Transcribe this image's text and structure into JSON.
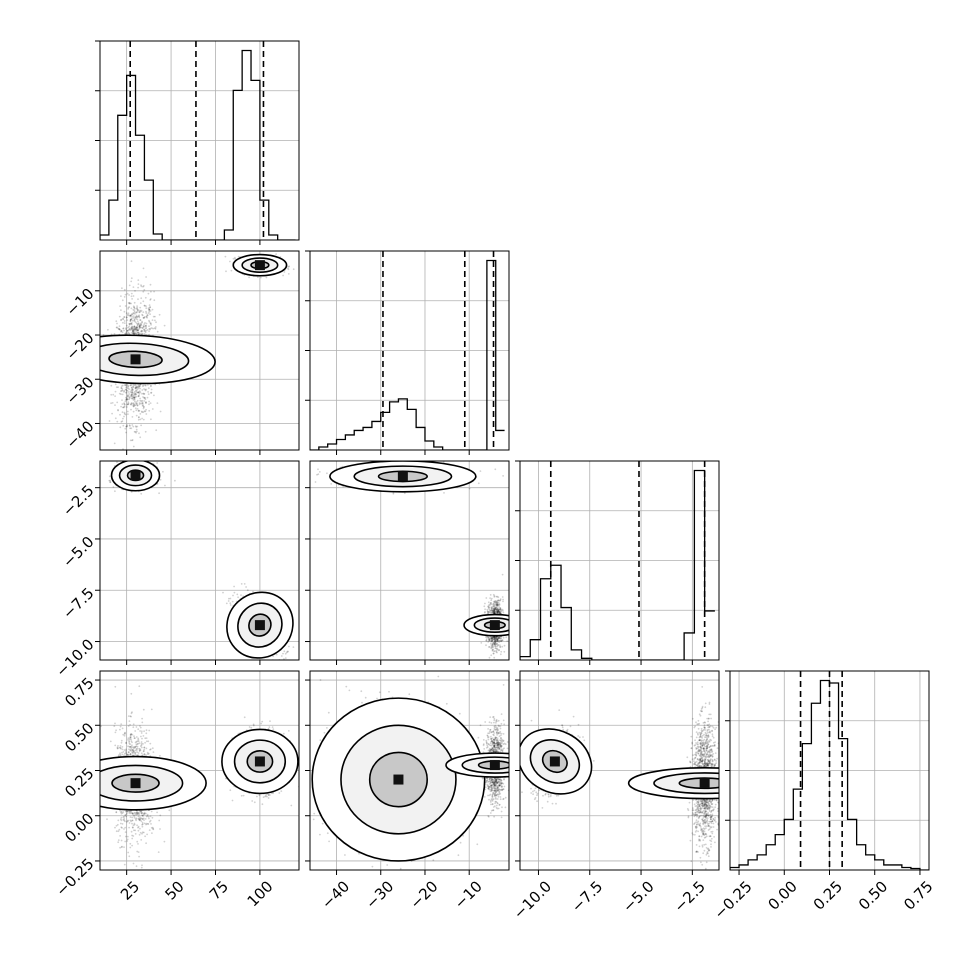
{
  "chart_data": {
    "type": "corner",
    "variables": [
      {
        "range": [
          10,
          122
        ],
        "ticks": [
          25,
          50,
          75,
          100
        ],
        "tick_labels": [
          "25",
          "50",
          "75",
          "100"
        ],
        "quantile_lines": [
          27,
          64,
          102
        ],
        "hist": {
          "edges": [
            10,
            15,
            20,
            25,
            30,
            35,
            40,
            45,
            50,
            55,
            60,
            65,
            70,
            75,
            80,
            85,
            90,
            95,
            100,
            105,
            110,
            115,
            120
          ],
          "counts": [
            0.5,
            4,
            12.5,
            16.5,
            10.5,
            6,
            0.6,
            0,
            0,
            0,
            0,
            0,
            0,
            0,
            1,
            15,
            19,
            16,
            4,
            0.5,
            0,
            0
          ]
        }
      },
      {
        "range": [
          -46,
          -1
        ],
        "ticks": [
          -40,
          -30,
          -20,
          -10
        ],
        "tick_labels": [
          "−40",
          "−30",
          "−20",
          "−10"
        ],
        "quantile_lines": [
          -29.5,
          -11,
          -4.5
        ],
        "hist": {
          "edges": [
            -46,
            -44,
            -42,
            -40,
            -38,
            -36,
            -34,
            -32,
            -30,
            -28,
            -26,
            -24,
            -22,
            -20,
            -18,
            -16,
            -14,
            -12,
            -10,
            -8,
            -6,
            -4,
            -2
          ],
          "counts": [
            0,
            0.2,
            0.4,
            0.7,
            1,
            1.3,
            1.5,
            1.9,
            2.5,
            3.2,
            3.4,
            2.7,
            1.5,
            0.6,
            0.2,
            0,
            0,
            0,
            0,
            0,
            12.6,
            1.3
          ]
        }
      },
      {
        "range": [
          -10.9,
          -1.2
        ],
        "ticks": [
          -10,
          -7.5,
          -5,
          -2.5
        ],
        "tick_labels": [
          "−10.0",
          "−7.5",
          "−5.0",
          "−2.5"
        ],
        "quantile_lines": [
          -9.4,
          -5.1,
          -1.9
        ],
        "hist": {
          "edges": [
            -10.9,
            -10.4,
            -9.9,
            -9.4,
            -8.9,
            -8.4,
            -7.9,
            -7.4,
            -6.9,
            -6.4,
            -5.9,
            -5.4,
            -4.9,
            -4.4,
            -3.9,
            -3.4,
            -2.9,
            -2.4,
            -1.9,
            -1.4
          ],
          "counts": [
            0.2,
            1.2,
            4.8,
            5.6,
            3.1,
            0.6,
            0.1,
            0,
            0,
            0,
            0,
            0,
            0,
            0,
            0,
            0,
            1.6,
            11.2,
            2.9
          ]
        }
      },
      {
        "range": [
          -0.3,
          0.8
        ],
        "ticks": [
          -0.25,
          0,
          0.25,
          0.5,
          0.75
        ],
        "tick_labels": [
          "−0.25",
          "0.00",
          "0.25",
          "0.50",
          "0.75"
        ],
        "quantile_lines": [
          0.09,
          0.25,
          0.32
        ],
        "hist": {
          "edges": [
            -0.3,
            -0.25,
            -0.2,
            -0.15,
            -0.1,
            -0.05,
            0,
            0.05,
            0.1,
            0.15,
            0.2,
            0.25,
            0.3,
            0.35,
            0.4,
            0.45,
            0.5,
            0.55,
            0.6,
            0.65,
            0.7,
            0.75,
            0.8
          ],
          "counts": [
            0.05,
            0.1,
            0.2,
            0.3,
            0.5,
            0.7,
            1,
            1.6,
            2.5,
            3.3,
            3.75,
            3.7,
            2.6,
            1,
            0.5,
            0.3,
            0.2,
            0.1,
            0.1,
            0.05,
            0.03,
            0
          ]
        }
      }
    ],
    "panels_2d": [
      {
        "row": 1,
        "col": 0,
        "modes": [
          {
            "mean": [
              30,
              -25.5
            ],
            "sd": [
              4.5,
              6
            ],
            "rho": 0.1,
            "n": 1500
          },
          {
            "mean": [
              100,
              -4.2
            ],
            "sd": [
              5,
              0.8
            ],
            "rho": 0,
            "n": 1100
          }
        ]
      },
      {
        "row": 2,
        "col": 0,
        "modes": [
          {
            "mean": [
              30,
              -1.9
            ],
            "sd": [
              4.5,
              0.25
            ],
            "rho": 0,
            "n": 1100
          },
          {
            "mean": [
              100,
              -9.2
            ],
            "sd": [
              6,
              0.55
            ],
            "rho": -0.6,
            "n": 1100
          }
        ]
      },
      {
        "row": 2,
        "col": 1,
        "modes": [
          {
            "mean": [
              -25,
              -1.95
            ],
            "sd": [
              5.5,
              0.25
            ],
            "rho": 0,
            "n": 1100
          },
          {
            "mean": [
              -4.2,
              -9.2
            ],
            "sd": [
              0.8,
              0.5
            ],
            "rho": 0,
            "n": 1000
          }
        ]
      },
      {
        "row": 3,
        "col": 0,
        "modes": [
          {
            "mean": [
              30,
              0.18
            ],
            "sd": [
              5,
              0.13
            ],
            "rho": 0,
            "n": 1300
          },
          {
            "mean": [
              100,
              0.3
            ],
            "sd": [
              6,
              0.07
            ],
            "rho": 0,
            "n": 1100
          }
        ]
      },
      {
        "row": 3,
        "col": 1,
        "modes": [
          {
            "mean": [
              -26,
              0.2
            ],
            "sd": [
              6.5,
              0.15
            ],
            "rho": 0,
            "n": 1600
          },
          {
            "mean": [
              -4.2,
              0.28
            ],
            "sd": [
              0.9,
              0.09
            ],
            "rho": 0,
            "n": 1000
          }
        ]
      },
      {
        "row": 3,
        "col": 2,
        "modes": [
          {
            "mean": [
              -9.2,
              0.3
            ],
            "sd": [
              0.5,
              0.07
            ],
            "rho": 0.3,
            "n": 1100
          },
          {
            "mean": [
              -1.9,
              0.18
            ],
            "sd": [
              0.25,
              0.14
            ],
            "rho": 0,
            "n": 1400
          }
        ]
      }
    ],
    "grid": true,
    "colors": {
      "line": "#000000",
      "grid": "#b0b0b0",
      "points": "#000000"
    }
  }
}
